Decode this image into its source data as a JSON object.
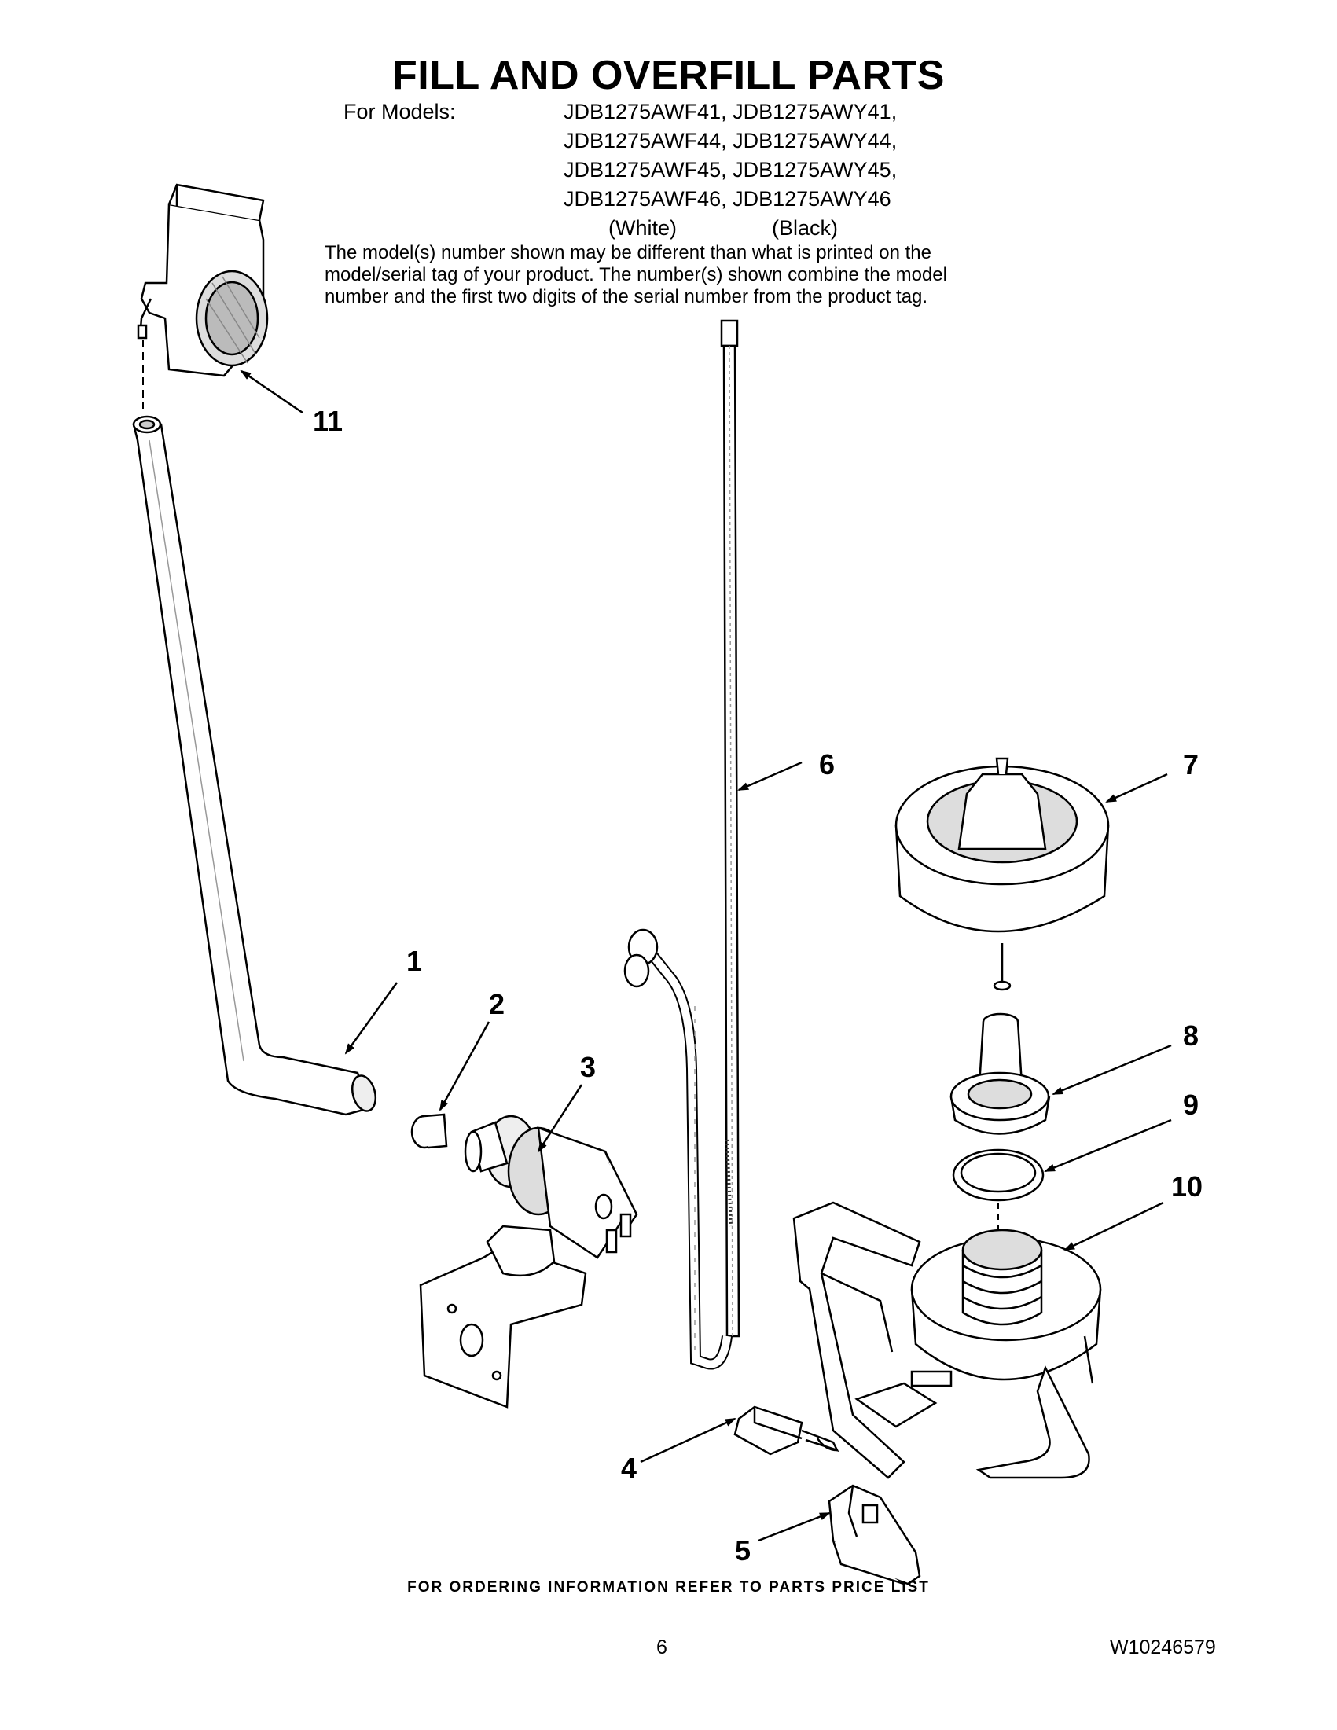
{
  "header": {
    "title": "FILL AND OVERFILL PARTS",
    "models_label": "For Models:",
    "model_rows": [
      "JDB1275AWF41, JDB1275AWY41,",
      "JDB1275AWF44, JDB1275AWY44,",
      "JDB1275AWF45, JDB1275AWY45,",
      "JDB1275AWF46, JDB1275AWY46"
    ],
    "color_white": "(White)",
    "color_black": "(Black)",
    "note_lines": [
      "The model(s) number shown may be different than what is printed on the",
      "model/serial tag of your product. The number(s) shown combine the model",
      "number and the first two digits of the serial number from the product tag."
    ]
  },
  "callouts": [
    "1",
    "2",
    "3",
    "4",
    "5",
    "6",
    "7",
    "8",
    "9",
    "10",
    "11"
  ],
  "footer": {
    "ordering": "FOR ORDERING INFORMATION REFER TO PARTS PRICE LIST",
    "page_number": "6",
    "document_number": "W10246579"
  }
}
